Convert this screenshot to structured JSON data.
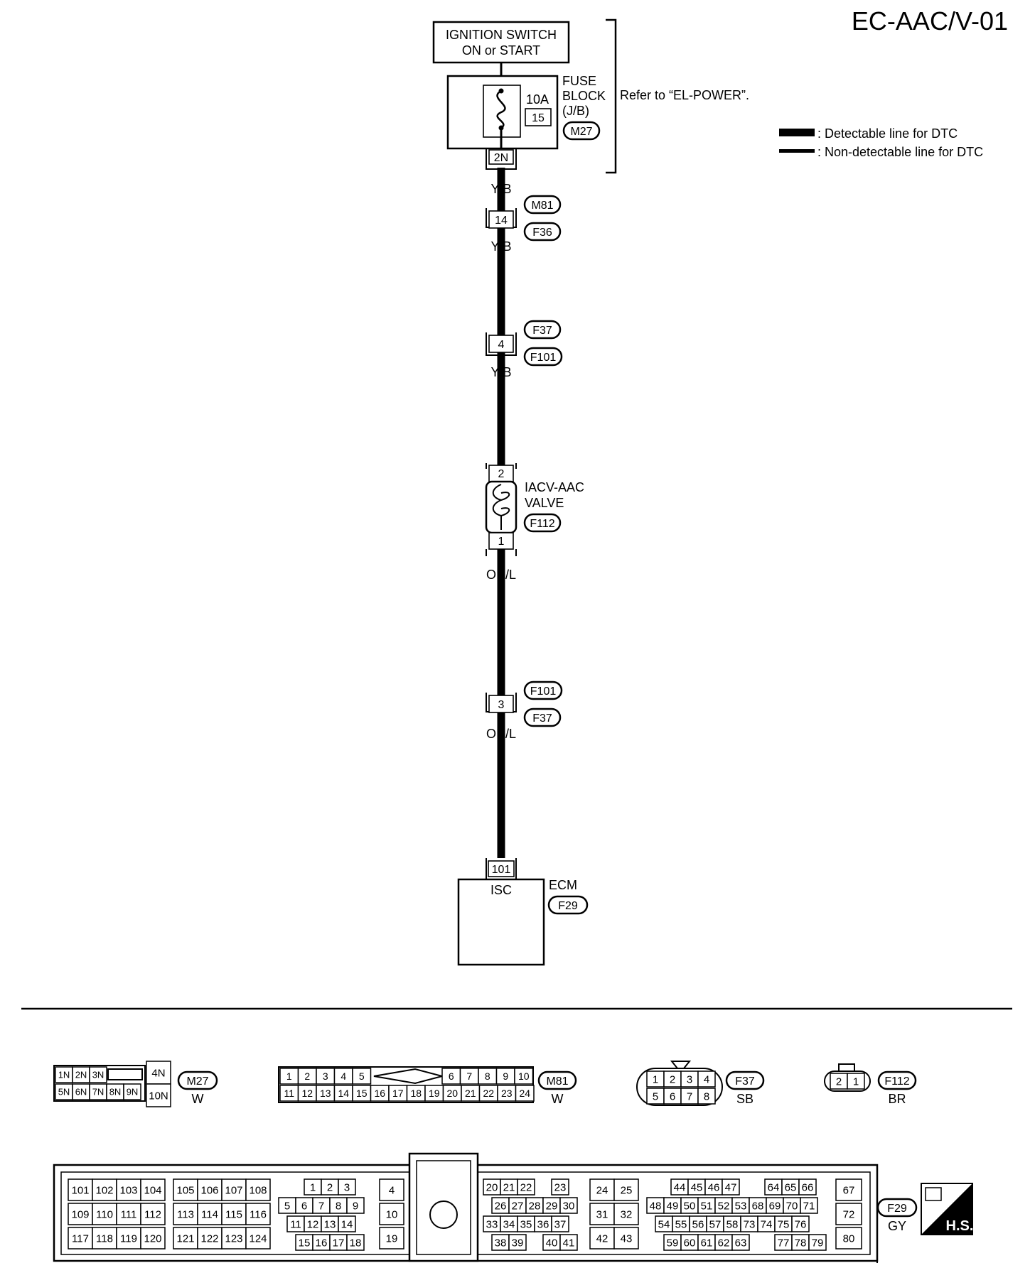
{
  "page_id": "EC-AAC/V-01",
  "legend": {
    "detectable": ": Detectable line for DTC",
    "non_detectable": ": Non-detectable line for DTC"
  },
  "ignition": {
    "line1": "IGNITION SWITCH",
    "line2": "ON or START"
  },
  "fuse_block": {
    "amp": "10A",
    "fuse_no": "15",
    "label1": "FUSE",
    "label2": "BLOCK",
    "label3": "(J/B)",
    "connector": "M27",
    "pin": "2N",
    "refer": "Refer to “EL-POWER”."
  },
  "wires": {
    "yb1": "Y/B",
    "yb2": "Y/B",
    "yb3": "Y/B",
    "orl1": "OR/L",
    "orl2": "OR/L"
  },
  "joint1": {
    "pin": "14",
    "conn_top": "M81",
    "conn_bottom": "F36"
  },
  "joint2": {
    "pin": "4",
    "conn_top": "F37",
    "conn_bottom": "F101"
  },
  "valve": {
    "pin_top": "2",
    "pin_bottom": "1",
    "label1": "IACV-AAC",
    "label2": "VALVE",
    "connector": "F112"
  },
  "joint3": {
    "pin": "3",
    "conn_top": "F101",
    "conn_bottom": "F37"
  },
  "ecm": {
    "pin": "101",
    "terminal": "ISC",
    "label": "ECM",
    "connector": "F29"
  },
  "connectors": {
    "m27": {
      "id": "M27",
      "color": "W",
      "top": [
        "1N",
        "2N",
        "3N"
      ],
      "bottom": [
        "5N",
        "6N",
        "7N",
        "8N",
        "9N"
      ],
      "r1": "4N",
      "r2": "10N"
    },
    "m81": {
      "id": "M81",
      "color": "W",
      "top_left": [
        "1",
        "2",
        "3",
        "4",
        "5"
      ],
      "top_right": [
        "6",
        "7",
        "8",
        "9",
        "10"
      ],
      "bottom": [
        "11",
        "12",
        "13",
        "14",
        "15",
        "16",
        "17",
        "18",
        "19",
        "20",
        "21",
        "22",
        "23",
        "24"
      ]
    },
    "f37": {
      "id": "F37",
      "color": "SB",
      "top": [
        "1",
        "2",
        "3",
        "4"
      ],
      "bottom": [
        "5",
        "6",
        "7",
        "8"
      ]
    },
    "f112": {
      "id": "F112",
      "color": "BR",
      "pins": [
        "2",
        "1"
      ]
    },
    "f29": {
      "id": "F29",
      "color": "GY",
      "g1": [
        [
          "101",
          "102",
          "103",
          "104"
        ],
        [
          "109",
          "110",
          "111",
          "112"
        ],
        [
          "117",
          "118",
          "119",
          "120"
        ]
      ],
      "g2": [
        [
          "105",
          "106",
          "107",
          "108"
        ],
        [
          "113",
          "114",
          "115",
          "116"
        ],
        [
          "121",
          "122",
          "123",
          "124"
        ]
      ],
      "g3r1": [
        "1",
        "2",
        "3"
      ],
      "g3r2": [
        "5",
        "6",
        "7",
        "8",
        "9"
      ],
      "g3r3": [
        "11",
        "12",
        "13",
        "14"
      ],
      "g3r4": [
        "15",
        "16",
        "17",
        "18"
      ],
      "g4": [
        "4",
        "10",
        "19"
      ],
      "g5r1": [
        "20",
        "21",
        "22",
        "23"
      ],
      "g5r2": [
        "26",
        "27",
        "28",
        "29",
        "30"
      ],
      "g5r3": [
        "33",
        "34",
        "35",
        "36",
        "37"
      ],
      "g5r4": [
        "38",
        "39",
        "40",
        "41"
      ],
      "g6": [
        "24",
        "25",
        "31",
        "32",
        "42",
        "43"
      ],
      "g7r1": [
        "44",
        "45",
        "46",
        "47",
        "64",
        "65",
        "66"
      ],
      "g7r2": [
        "48",
        "49",
        "50",
        "51",
        "52",
        "53",
        "68",
        "69",
        "70",
        "71"
      ],
      "g7r3": [
        "54",
        "55",
        "56",
        "57",
        "58",
        "73",
        "74",
        "75",
        "76"
      ],
      "g7r4": [
        "59",
        "60",
        "61",
        "62",
        "63",
        "77",
        "78",
        "79"
      ],
      "g8": [
        "67",
        "72",
        "80"
      ]
    }
  },
  "hs_label": "H.S."
}
